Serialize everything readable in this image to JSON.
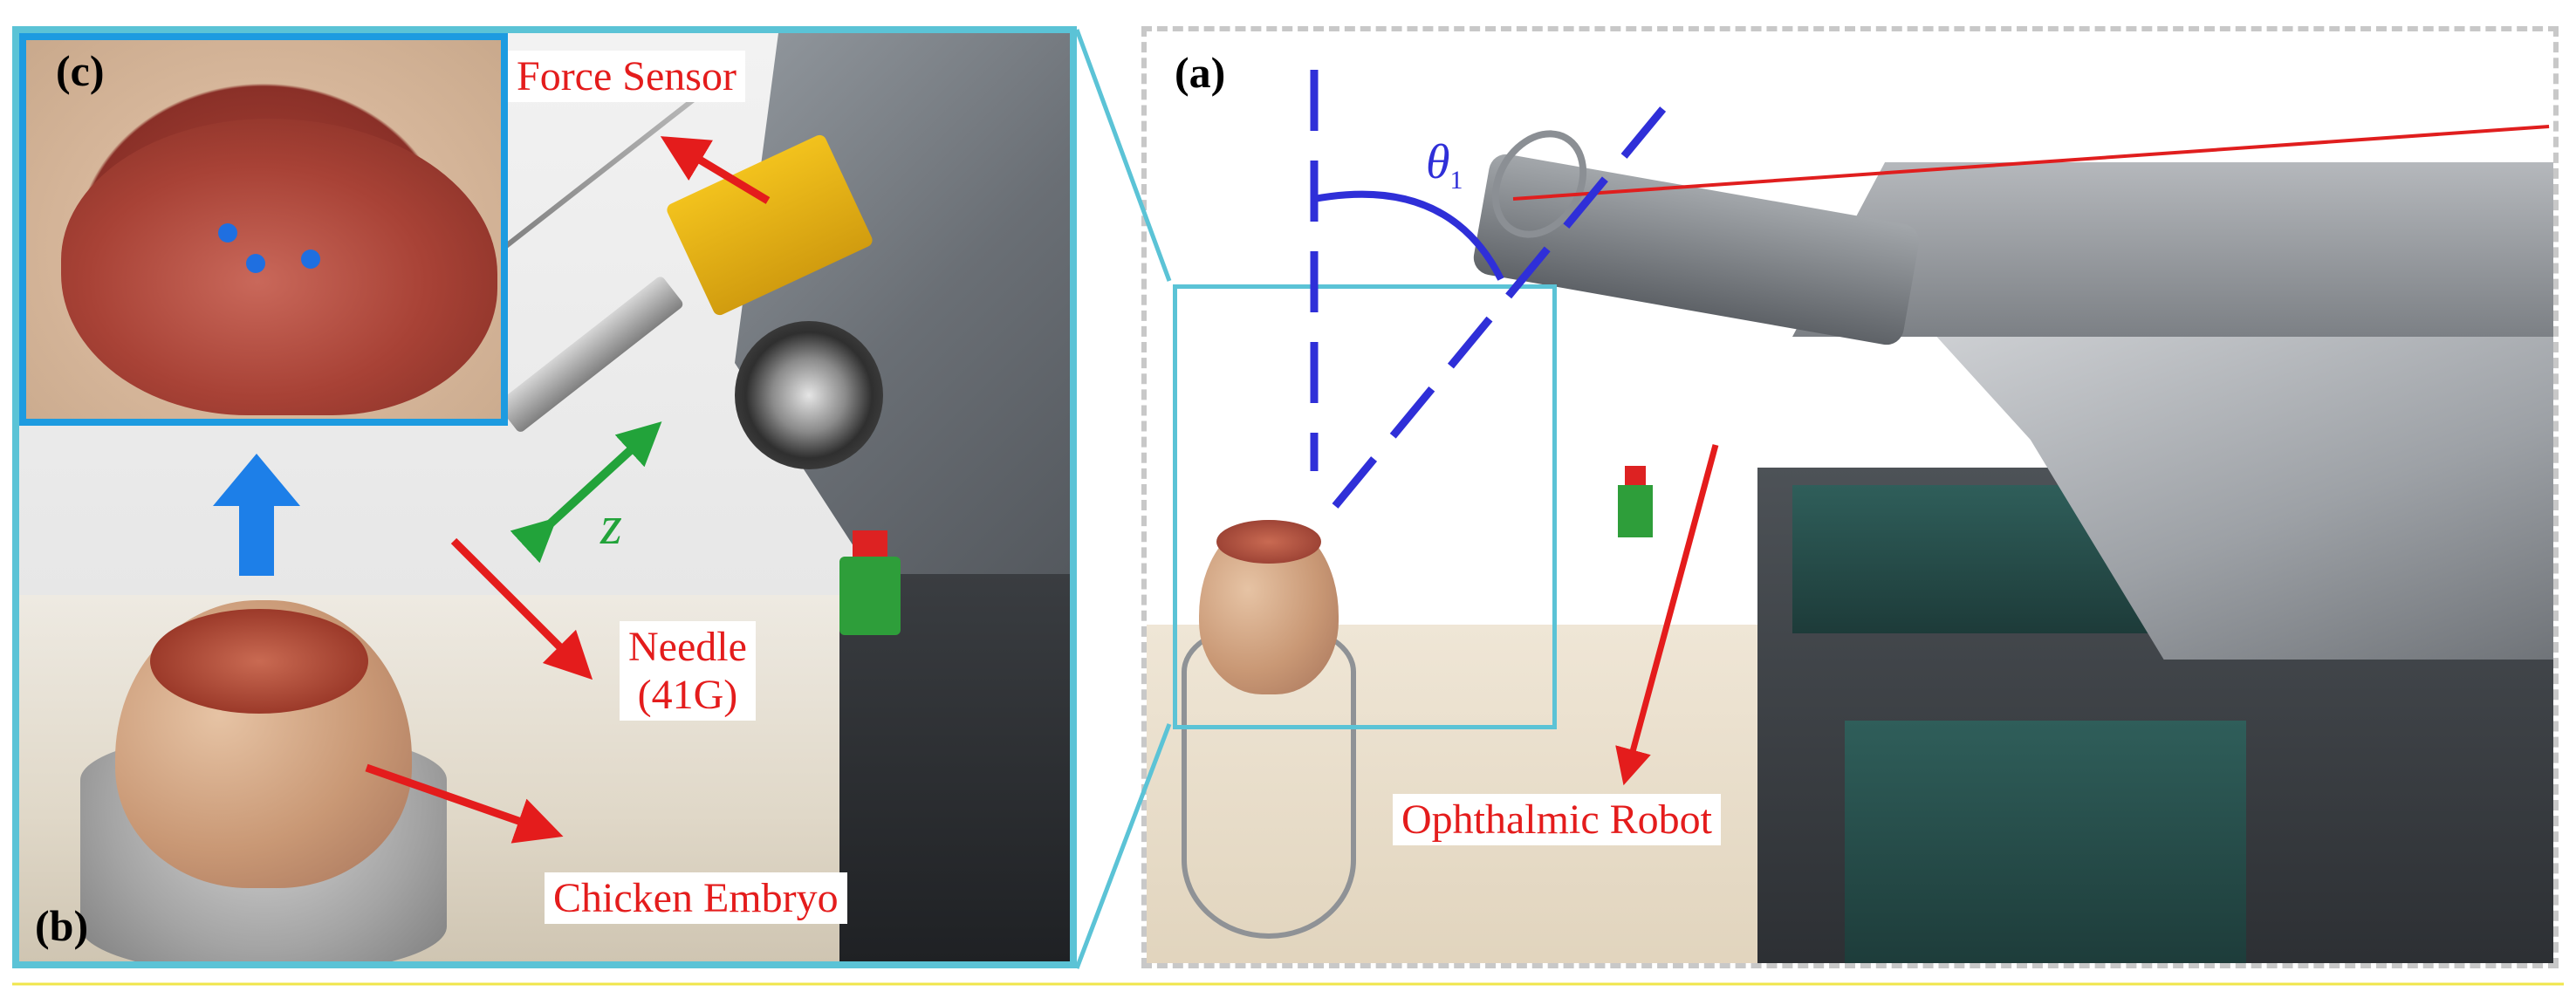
{
  "labels": {
    "panel_a": "(a)",
    "panel_b": "(b)",
    "panel_c": "(c)",
    "force_sensor": "Force Sensor",
    "needle_line1": "Needle",
    "needle_line2": "(41G)",
    "chicken_embryo": "Chicken Embryo",
    "ophthalmic_robot": "Ophthalmic Robot",
    "axis_z": "z",
    "angle_symbol": "θ",
    "angle_subscript": "1"
  },
  "colors": {
    "annotation_text": "#e41c1c",
    "arrow_red": "#e41c1c",
    "arrow_green": "#22a33a",
    "arrow_blue": "#1d7fe8",
    "zoom_frame": "#5bc3d6",
    "inset_frame": "#1d9be0",
    "dashed_frame": "#c8c8c8",
    "angle_lines": "#2f2fd8",
    "target_dots": "#1f6fe0"
  }
}
